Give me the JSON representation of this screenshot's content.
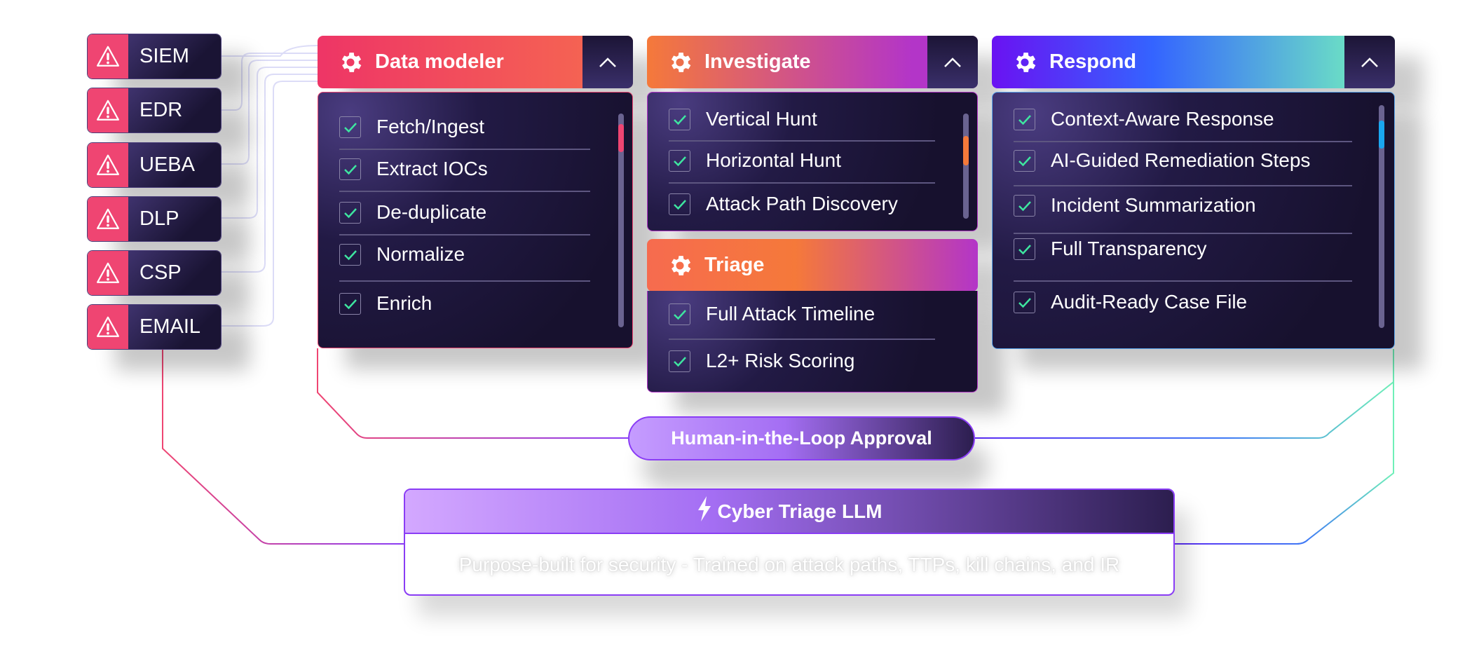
{
  "sources": [
    {
      "label": "SIEM",
      "icon": "warning-icon"
    },
    {
      "label": "EDR",
      "icon": "warning-icon"
    },
    {
      "label": "UEBA",
      "icon": "warning-icon"
    },
    {
      "label": "DLP",
      "icon": "warning-icon"
    },
    {
      "label": "CSP",
      "icon": "warning-icon"
    },
    {
      "label": "EMAIL",
      "icon": "warning-icon"
    }
  ],
  "panels": {
    "data_modeler": {
      "title": "Data modeler",
      "items": [
        "Fetch/Ingest",
        "Extract IOCs",
        "De-duplicate",
        "Normalize",
        "Enrich"
      ],
      "accent": "#ef4572"
    },
    "investigate": {
      "title": "Investigate",
      "items": [
        "Vertical Hunt",
        "Horizontal Hunt",
        "Attack Path Discovery"
      ],
      "accent": "#f5793a"
    },
    "triage": {
      "title": "Triage",
      "items": [
        "Full Attack Timeline",
        "L2+ Risk Scoring"
      ]
    },
    "respond": {
      "title": "Respond",
      "items": [
        "Context-Aware Response",
        "AI-Guided Remediation Steps",
        "Incident Summarization",
        "Full Transparency",
        "Audit-Ready Case File"
      ],
      "accent": "#1aa7f0"
    }
  },
  "approval": {
    "label": "Human-in-the-Loop Approval"
  },
  "llm": {
    "title": "Cyber Triage LLM",
    "description": "Purpose-built for security - Trained on attack paths, TTPs, kill chains, and IR"
  },
  "colors": {
    "check": "#3ee6a0",
    "source_red": "#ef4572",
    "purple": "#8a3df5"
  }
}
